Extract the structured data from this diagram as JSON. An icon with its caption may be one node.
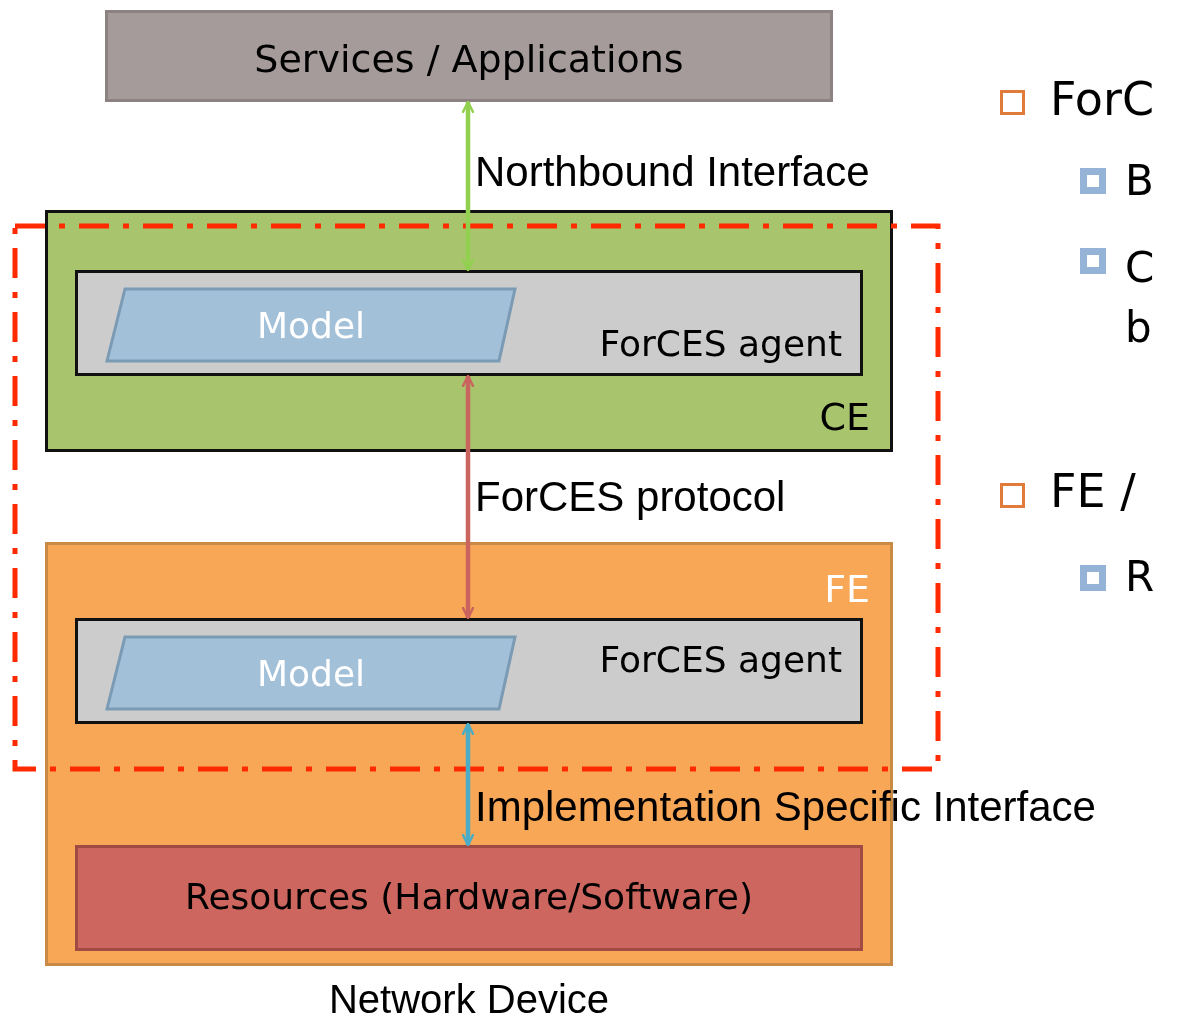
{
  "diagram": {
    "nodes": [
      {
        "text": [
          "Services / Applications"
        ]
      },
      {
        "text": [
          "CE"
        ]
      },
      {
        "text": [
          "ForCES agent"
        ],
        "in": 1
      },
      {
        "text": [
          "Model"
        ],
        "in": 2
      },
      {
        "text": [
          "FE"
        ],
        "beside": [
          "Network Device"
        ]
      },
      {
        "text": [
          "ForCES agent"
        ],
        "in": 4
      },
      {
        "text": [
          "Model"
        ],
        "in": 5
      },
      {
        "text": [
          "Resources (Hardware/Software)"
        ],
        "in": 4
      }
    ],
    "edges": [
      {
        "from": 0,
        "to": 2,
        "arrow": "both",
        "label": "Northbound Interface",
        "color": "#92d050"
      },
      {
        "from": 2,
        "to": 5,
        "arrow": "both",
        "label": "ForCES protocol",
        "color": "#c9645e"
      },
      {
        "from": 5,
        "to": 7,
        "arrow": "both",
        "label": "Implementation Specific Interface",
        "color": "#4bacc6"
      }
    ],
    "labels": [
      "ForC",
      "B",
      "C b",
      "FE /",
      "R"
    ]
  }
}
